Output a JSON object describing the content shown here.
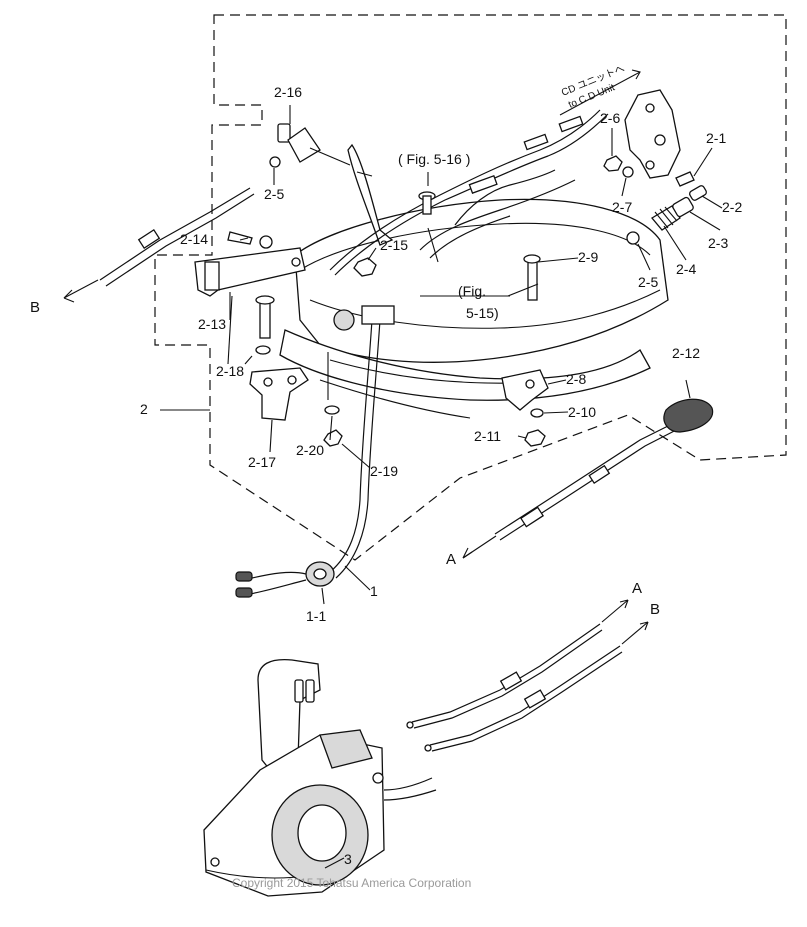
{
  "labels": {
    "l_2_16": "2-16",
    "l_2_5a": "2-5",
    "l_2_14": "2-14",
    "l_2_13": "2-13",
    "l_2_18": "2-18",
    "l_2": "2",
    "l_2_17": "2-17",
    "l_2_20": "2-20",
    "l_2_19": "2-19",
    "l_2_15": "2-15",
    "l_fig516": "( Fig. 5-16 )",
    "l_fig515a": "(Fig.",
    "l_fig515b": "5-15)",
    "l_2_6": "2-6",
    "l_2_1": "2-1",
    "l_2_7": "2-7",
    "l_2_2": "2-2",
    "l_2_3": "2-3",
    "l_2_9": "2-9",
    "l_2_5b": "2-5",
    "l_2_4": "2-4",
    "l_2_12": "2-12",
    "l_2_8": "2-8",
    "l_2_10": "2-10",
    "l_2_11": "2-11",
    "l_1": "1",
    "l_1_1": "1-1",
    "l_3": "3",
    "l_cd_jp": "CD ユニットへ",
    "l_cd_en": "to C D Unit",
    "arrow_B1": "B",
    "arrow_A1": "A",
    "arrow_A2": "A",
    "arrow_B2": "B"
  },
  "copyright": "Copyright 2015 Tohatsu America Corporation",
  "icons": [
    "bolt-icon",
    "washer-icon",
    "nut-icon",
    "spring-icon",
    "cable-icon",
    "remote-control-box-icon"
  ]
}
